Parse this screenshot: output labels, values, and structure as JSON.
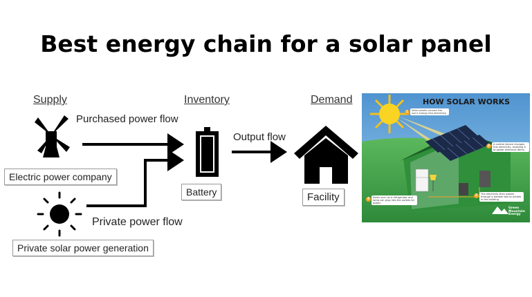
{
  "title": "Best energy chain for a solar panel",
  "columns": {
    "supply": "Supply",
    "inventory": "Inventory",
    "demand": "Demand"
  },
  "flows": {
    "purchased": "Purchased power flow",
    "output": "Output flow",
    "private": "Private power flow"
  },
  "nodes": {
    "electric_company": {
      "label": "Electric power company",
      "icon": "windmill-icon"
    },
    "solar_generation": {
      "label": "Private solar power generation",
      "icon": "sun-icon"
    },
    "battery": {
      "label": "Battery",
      "icon": "battery-icon"
    },
    "facility": {
      "label": "Facility",
      "icon": "house-icon"
    }
  },
  "infographic": {
    "heading": "HOW SOLAR WORKS",
    "steps": [
      {
        "number": "1",
        "text": "Solar panels convert the sun's energy into electricity."
      },
      {
        "number": "2",
        "text": "A control device changes this electricity, enabling it to power electrical items."
      },
      {
        "number": "3",
        "text": "The electricity then passes through a breaker box to outlets in the building."
      },
      {
        "number": "4",
        "text": "Items such as a refrigerator and lamp can plug into the outlets for power."
      }
    ],
    "brand": [
      "Green",
      "Mountain",
      "Energy"
    ],
    "colors": {
      "sky": "#5b9fd6",
      "grass": "#3fa34d",
      "sun": "#f7c01a",
      "house": "#2f8f3a",
      "badge": "#f5a623"
    }
  }
}
